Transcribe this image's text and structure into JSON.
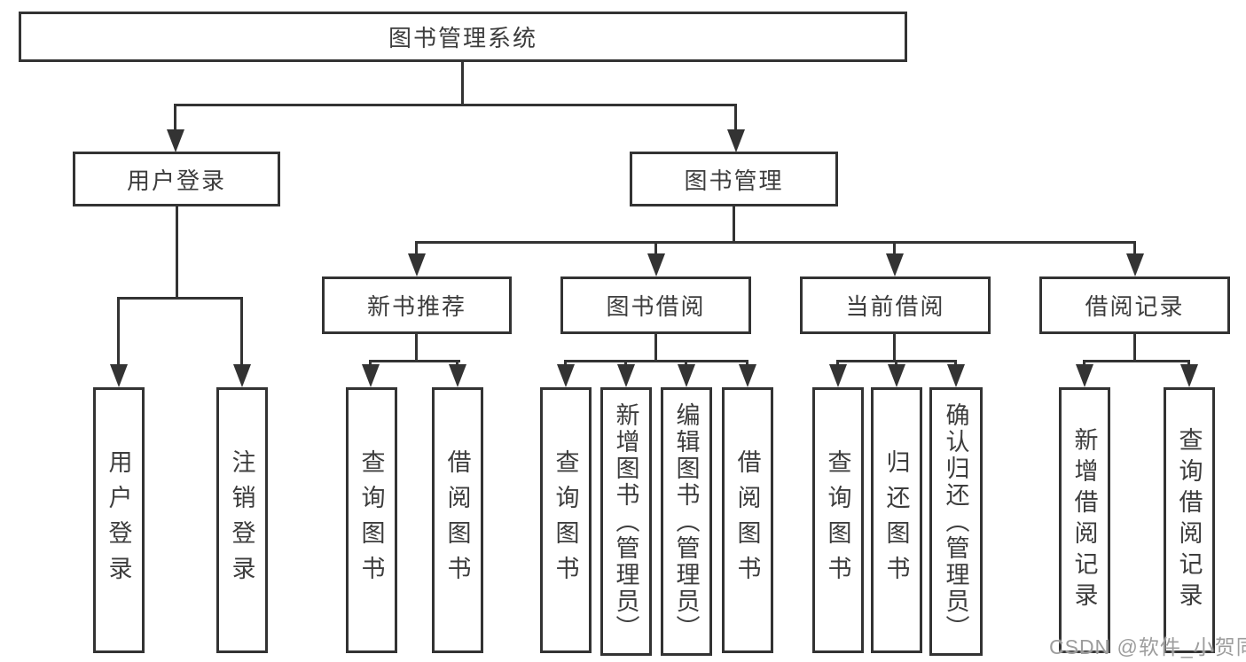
{
  "diagram": {
    "nodes": {
      "root": "图书管理系统",
      "l2": [
        "用户登录",
        "图书管理"
      ],
      "l3": [
        "新书推荐",
        "图书借阅",
        "当前借阅",
        "借阅记录"
      ],
      "leaves": [
        "用户登录",
        "注销登录",
        "查询图书",
        "借阅图书",
        "查询图书",
        "新增图书（管理员）",
        "编辑图书（管理员）",
        "借阅图书",
        "查询图书",
        "归还图书",
        "确认归还（管理员）",
        "新增借阅记录",
        "查询借阅记录"
      ]
    },
    "structure": {
      "root": "图书管理系统",
      "children": [
        {
          "label": "用户登录",
          "children": [
            "用户登录",
            "注销登录"
          ]
        },
        {
          "label": "图书管理",
          "children": [
            {
              "label": "新书推荐",
              "children": [
                "查询图书",
                "借阅图书"
              ]
            },
            {
              "label": "图书借阅",
              "children": [
                "查询图书",
                "新增图书（管理员）",
                "编辑图书（管理员）",
                "借阅图书"
              ]
            },
            {
              "label": "当前借阅",
              "children": [
                "查询图书",
                "归还图书",
                "确认归还（管理员）"
              ]
            },
            {
              "label": "借阅记录",
              "children": [
                "新增借阅记录",
                "查询借阅记录"
              ]
            }
          ]
        }
      ]
    },
    "colors": {
      "line": "#333333",
      "box_background": "#ffffff",
      "text": "#3d3d3d",
      "watermark": "#9d9d9d"
    }
  },
  "watermark": {
    "text": "CSDN @软件_小贺同学"
  }
}
